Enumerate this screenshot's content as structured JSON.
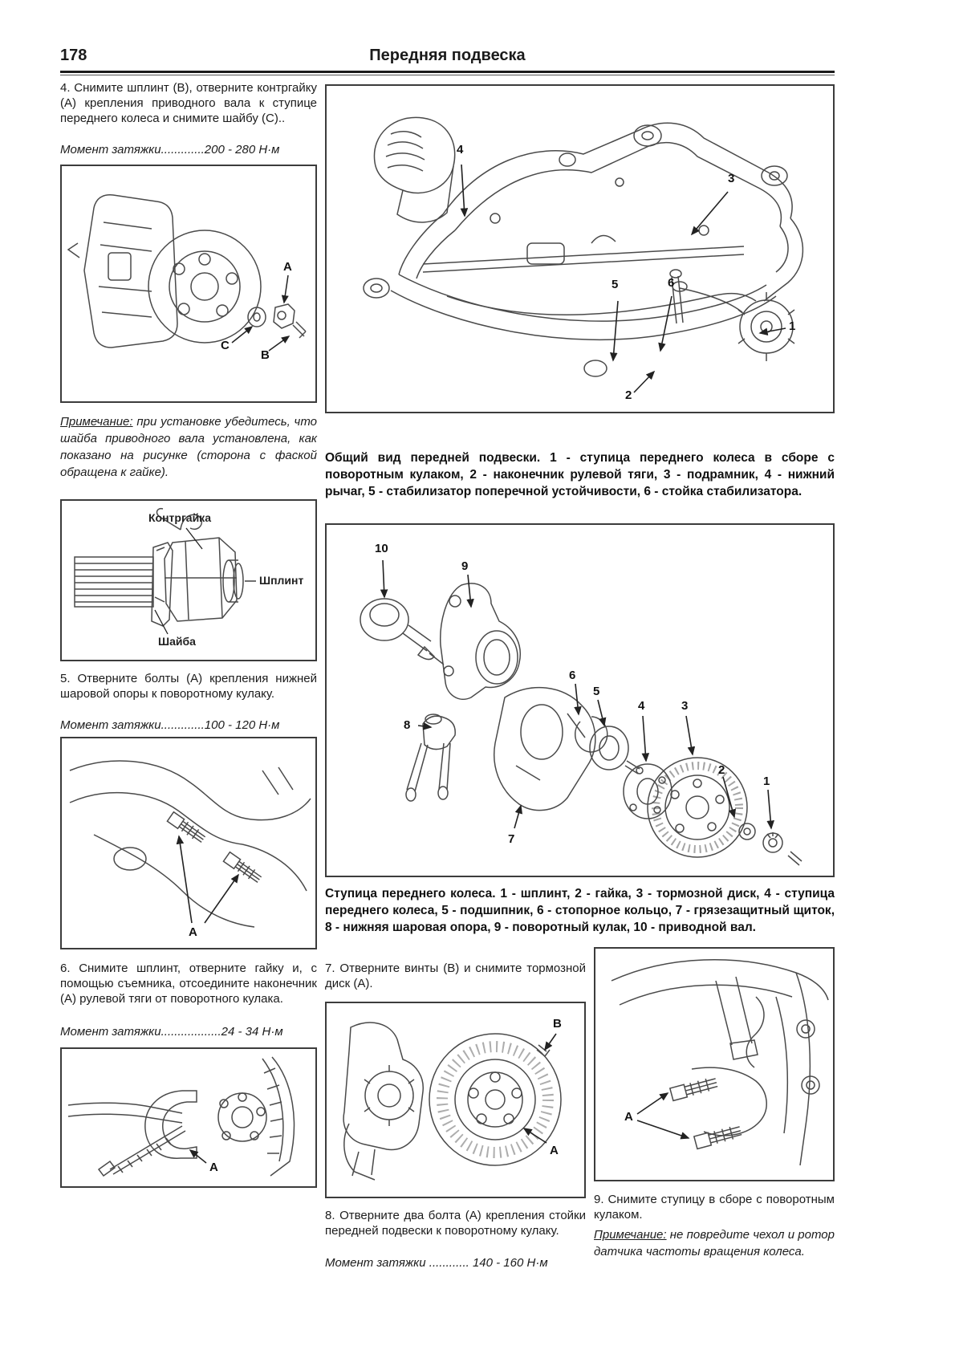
{
  "page": {
    "number": "178",
    "title": "Передняя подвеска"
  },
  "steps": {
    "s4": {
      "text": "4. Снимите шплинт (B), отверните контргайку (A) крепления приводного вала к ступице переднего колеса и снимите шайбу (C)..",
      "torque": "Момент затяжки.............200 - 280 Н·м"
    },
    "s5": {
      "text": "5. Отверните болты (A) крепления нижней шаровой опоры к поворотному кулаку.",
      "torque": "Момент затяжки.............100 - 120 Н·м"
    },
    "s6": {
      "text": "6. Снимите шплинт, отверните гайку и, с помощью съемника, отсоедините наконечник (A) рулевой тяги от поворотного кулака.",
      "torque": "Момент затяжки..................24 - 34 Н·м"
    },
    "s7": {
      "text": "7. Отверните винты (B) и снимите тормозной диск (A)."
    },
    "s8": {
      "text": "8. Отверните два болта (A) крепления стойки передней подвески к поворотному кулаку.",
      "torque": "Момент затяжки ............ 140 - 160 Н·м"
    },
    "s9": {
      "text": "9. Снимите ступицу в сборе с поворотным кулаком."
    }
  },
  "notes": {
    "n1": {
      "label": "Примечание:",
      "text": " при установке убедитесь, что шайба приводного вала установлена, как показано на рисунке (сторона с фаской обращена к гайке)."
    },
    "n2": {
      "label": "Примечание:",
      "text": " не повредите чехол и ротор датчика частоты вращения колеса."
    }
  },
  "captions": {
    "overview": "Общий вид передней подвески. 1 - ступица переднего колеса в сборе с поворотным кулаком, 2 - наконечник рулевой тяги, 3 - подрамник, 4 - нижний рычаг, 5 - стабилизатор поперечной устойчивости, 6 - стойка стабилизатора.",
    "hub": "Ступица переднего колеса. 1 - шплинт, 2 - гайка, 3 - тормозной диск, 4 - ступица переднего колеса, 5 - подшипник, 6 - стопорное кольцо, 7 - грязезащитный щиток, 8 - нижняя шаровая опора, 9 - поворотный кулак, 10 - приводной вал."
  },
  "figures": {
    "hub_nut_labels": [
      "A",
      "C",
      "B"
    ],
    "locknut_labels": [
      "Контргайка",
      "Шплинт",
      "Шайба"
    ],
    "ball_joint_label": "A",
    "tie_rod_label": "A",
    "overview_callouts": [
      "4",
      "3",
      "5",
      "6",
      "1",
      "2"
    ],
    "hub_callouts": [
      "10",
      "9",
      "8",
      "7",
      "6",
      "5",
      "4",
      "3",
      "2",
      "1"
    ],
    "disc_labels": [
      "B",
      "A"
    ],
    "strut_label": "A"
  }
}
